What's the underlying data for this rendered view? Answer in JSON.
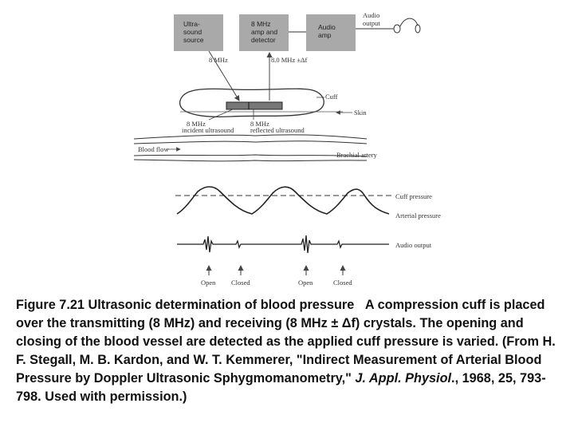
{
  "blocks": {
    "ultrasound_source": [
      "Ultra-",
      "sound",
      "source"
    ],
    "amp_detector": [
      "8 MHz",
      "amp and",
      "detector"
    ],
    "audio_amp": [
      "Audio",
      "amp"
    ],
    "audio_output": [
      "Audio",
      "output"
    ]
  },
  "labels": {
    "freq_incident": "8 MHz",
    "freq_reflected": "8.0 MHz  ±Δf",
    "cuff": "Cuff",
    "skin": "Skin",
    "incident_1": "8 MHz",
    "incident_2": "incident ultrasound",
    "reflected_1": "8 MHz",
    "reflected_2": "reflected ultrasound",
    "blood_flow": "Blood flow",
    "brachial_artery": "Brachial artery",
    "cuff_pressure": "Cuff pressure",
    "arterial_pressure": "Arterial pressure",
    "audio_output_trace": "Audio output",
    "markers": [
      "Open",
      "Closed",
      "Open",
      "Closed"
    ]
  },
  "caption": {
    "heading": "Figure 7.21   Ultrasonic determination of blood pressure",
    "text_before_italic": "A compression cuff is placed over the transmitting (8 MHz) and receiving (8 MHz ± Δf) crystals. The opening and closing of the blood vessel are detected as the applied cuff pressure is varied. (From H. F. Stegall, M. B. Kardon, and W. T. Kemmerer, \"Indirect Measurement of Arterial Blood Pressure by Doppler Ultrasonic Sphygmomanometry,\" ",
    "journal": "J. Appl. Physiol",
    "text_after_italic": "., 1968, 25, 793-798. Used with permission.)"
  }
}
